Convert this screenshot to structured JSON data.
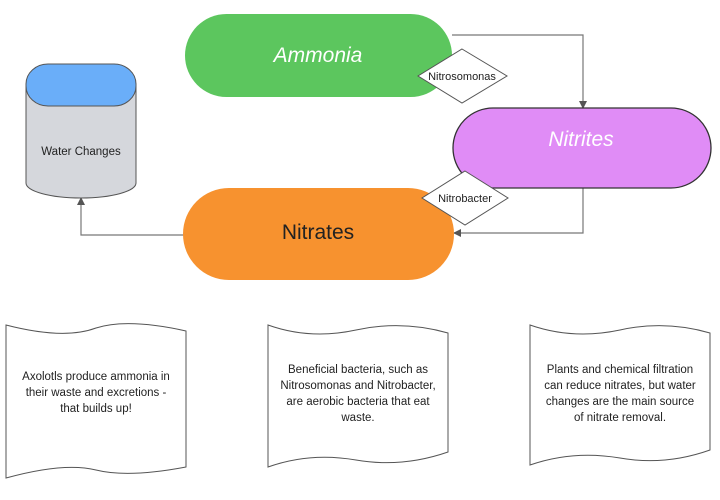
{
  "nodes": {
    "ammonia": {
      "label": "Ammonia",
      "color": "#5cc65e"
    },
    "nitrites": {
      "label": "Nitrites",
      "color": "#e08cf6"
    },
    "nitrates": {
      "label": "Nitrates",
      "color": "#f7922f"
    },
    "water_changes": {
      "label": "Water Changes",
      "top_color": "#6aaef9",
      "body_color": "#d5d7dc"
    }
  },
  "bacteria": {
    "nitrosomonas": "Nitrosomonas",
    "nitrobacter": "Nitrobacter"
  },
  "notes": [
    {
      "lines": [
        "Axolotls produce ammonia in",
        "their waste and excretions -",
        "that builds up!"
      ]
    },
    {
      "lines": [
        "Beneficial bacteria, such as",
        "Nitrosomonas and Nitrobacter,",
        "are aerobic bacteria that eat",
        "waste."
      ]
    },
    {
      "lines": [
        "Plants and chemical filtration",
        "can reduce nitrates, but water",
        "changes are the main source",
        "of nitrate removal."
      ]
    }
  ]
}
